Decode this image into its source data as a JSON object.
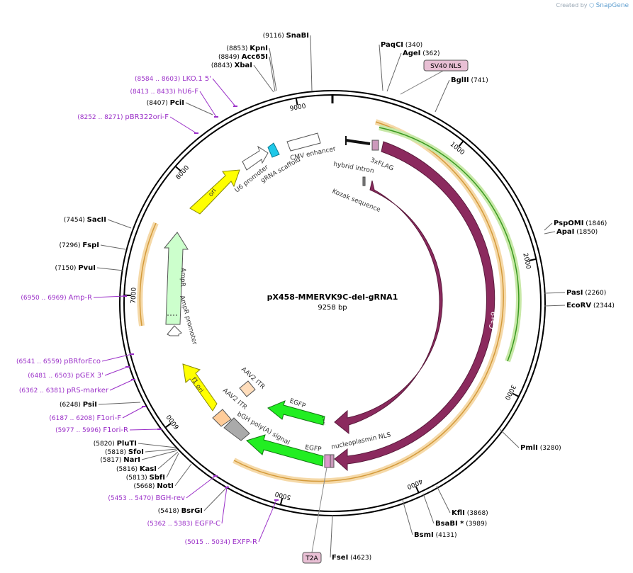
{
  "brand": {
    "prefix": "Created by",
    "name": "SnapGene"
  },
  "plasmid": {
    "name": "pX458-MMERVK9C-del-gRNA1",
    "length_label": "9258 bp"
  },
  "ticks": [
    {
      "bp": 1000,
      "label": "1000"
    },
    {
      "bp": 2000,
      "label": "2000"
    },
    {
      "bp": 3000,
      "label": "3000"
    },
    {
      "bp": 4000,
      "label": "4000"
    },
    {
      "bp": 5000,
      "label": "5000"
    },
    {
      "bp": 6000,
      "label": "6000"
    },
    {
      "bp": 7000,
      "label": "7000"
    },
    {
      "bp": 8000,
      "label": "8000"
    },
    {
      "bp": 9000,
      "label": "9000"
    }
  ],
  "enzymes": [
    {
      "name": "SnaBI",
      "pos": "(9116)"
    },
    {
      "name": "KpnI",
      "pos": "(8853)"
    },
    {
      "name": "Acc65I",
      "pos": "(8849)"
    },
    {
      "name": "XbaI",
      "pos": "(8843)"
    },
    {
      "name": "PciI",
      "pos": "(8407)"
    },
    {
      "name": "SacII",
      "pos": "(7454)"
    },
    {
      "name": "FspI",
      "pos": "(7296)"
    },
    {
      "name": "PvuI",
      "pos": "(7150)"
    },
    {
      "name": "PsiI",
      "pos": "(6248)"
    },
    {
      "name": "PluTI",
      "pos": "(5820)"
    },
    {
      "name": "SfoI",
      "pos": "(5818)"
    },
    {
      "name": "NarI",
      "pos": "(5817)"
    },
    {
      "name": "KasI",
      "pos": "(5816)"
    },
    {
      "name": "SbfI",
      "pos": "(5813)"
    },
    {
      "name": "NotI",
      "pos": "(5668)"
    },
    {
      "name": "BsrGI",
      "pos": "(5418)"
    },
    {
      "name": "PaqCI",
      "pos": "(340)"
    },
    {
      "name": "AgeI",
      "pos": "(362)"
    },
    {
      "name": "BglII",
      "pos": "(741)"
    },
    {
      "name": "PspOMI",
      "pos": "(1846)"
    },
    {
      "name": "ApaI",
      "pos": "(1850)"
    },
    {
      "name": "PasI",
      "pos": "(2260)"
    },
    {
      "name": "EcoRV",
      "pos": "(2344)"
    },
    {
      "name": "PmlI",
      "pos": "(3280)"
    },
    {
      "name": "KflI",
      "pos": "(3868)"
    },
    {
      "name": "BsaBI *",
      "pos": "(3989)"
    },
    {
      "name": "BsmI",
      "pos": "(4131)"
    },
    {
      "name": "FseI",
      "pos": "(4623)"
    }
  ],
  "primers": [
    {
      "name": "LKO.1 5'",
      "pos": "(8584 .. 8603)"
    },
    {
      "name": "hU6-F",
      "pos": "(8413 .. 8433)"
    },
    {
      "name": "pBR322ori-F",
      "pos": "(8252 .. 8271)"
    },
    {
      "name": "Amp-R",
      "pos": "(6950 .. 6969)"
    },
    {
      "name": "pBRforEco",
      "pos": "(6541 .. 6559)"
    },
    {
      "name": "pGEX 3'",
      "pos": "(6481 .. 6503)"
    },
    {
      "name": "pRS-marker",
      "pos": "(6362 .. 6381)"
    },
    {
      "name": "F1ori-F",
      "pos": "(6187 .. 6208)"
    },
    {
      "name": "F1ori-R",
      "pos": "(5977 .. 5996)"
    },
    {
      "name": "BGH-rev",
      "pos": "(5453 .. 5470)"
    },
    {
      "name": "EGFP-C",
      "pos": "(5362 .. 5383)"
    },
    {
      "name": "EXFP-R",
      "pos": "(5015 .. 5034)"
    }
  ],
  "boxed_features": [
    {
      "name": "SV40 NLS"
    },
    {
      "name": "T2A"
    }
  ],
  "features": [
    {
      "name": "Cas9",
      "color": "#8b2a5e"
    },
    {
      "name": "Cas9",
      "color": "#8b2a5e"
    },
    {
      "name": "3xFLAG",
      "color": "#cc99bb"
    },
    {
      "name": "Kozak sequence",
      "color": "#888888"
    },
    {
      "name": "hybrid intron",
      "color": "#111111"
    },
    {
      "name": "CMV enhancer",
      "color": "#ffffff"
    },
    {
      "name": "gRNA scaffold",
      "color": "#1ec8e8"
    },
    {
      "name": "U6 promoter",
      "color": "#ffffff"
    },
    {
      "name": "ori",
      "color": "#ffff00"
    },
    {
      "name": "AmpR",
      "color": "#ccffcc"
    },
    {
      "name": "AmpR promoter",
      "color": "#ffffff"
    },
    {
      "name": "f1 ori",
      "color": "#ffff00"
    },
    {
      "name": "AAV2 ITR",
      "color": "#ffddbb"
    },
    {
      "name": "AAV2 ITR",
      "color": "#ffcc99"
    },
    {
      "name": "bGH poly(A) signal",
      "color": "#aaaaaa"
    },
    {
      "name": "EGFP",
      "color": "#22ee22"
    },
    {
      "name": "EGFP",
      "color": "#22ee22"
    },
    {
      "name": "nucleoplasmin NLS",
      "color": "#dd99cc"
    }
  ]
}
